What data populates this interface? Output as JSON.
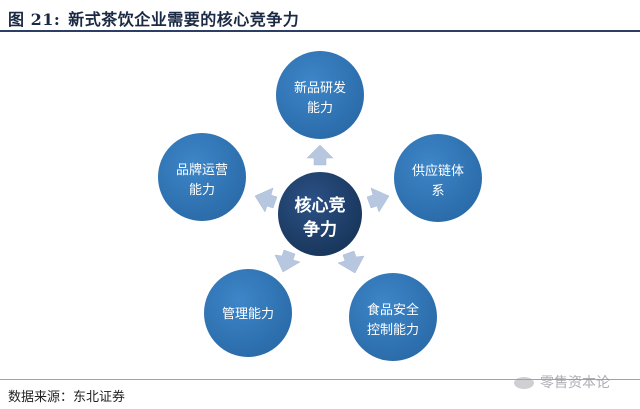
{
  "header": {
    "figure_no": "图 21:",
    "title": "新式茶饮企业需要的核心竞争力"
  },
  "center": {
    "line1": "核心竞",
    "line2": "争力"
  },
  "nodes": [
    {
      "line1": "新品研发",
      "line2": "能力"
    },
    {
      "line1": "供应链体",
      "line2": "系"
    },
    {
      "line1": "食品安全",
      "line2": "控制能力"
    },
    {
      "line1": "管理能力",
      "line2": ""
    },
    {
      "line1": "品牌运营",
      "line2": "能力"
    }
  ],
  "footer": {
    "source": "数据来源：东北证券",
    "watermark": "零售资本论"
  },
  "colors": {
    "center": "#1f3f6b",
    "node": "#2e74b5",
    "arrow": "#b8c7e0",
    "title": "#1b2a44"
  }
}
